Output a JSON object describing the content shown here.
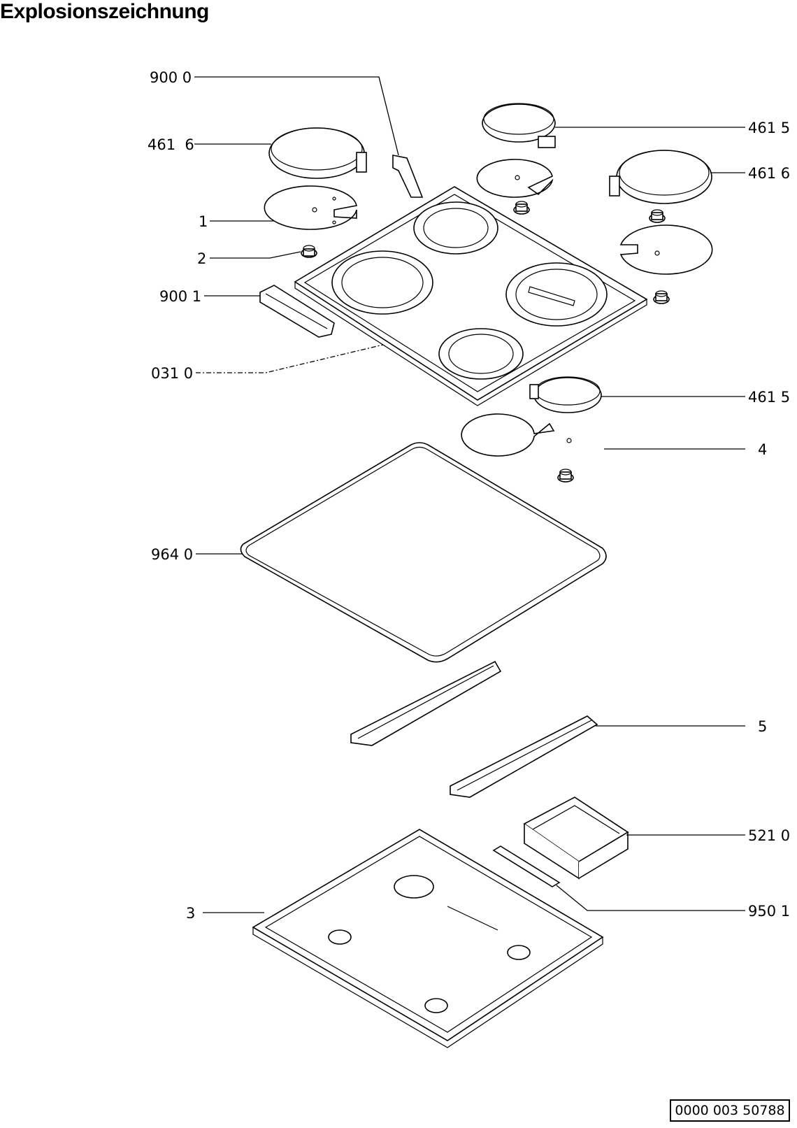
{
  "header": {
    "title": "Explosionszeichnung"
  },
  "labels": {
    "l9000": "900 0",
    "l4616_left": "461  6",
    "l1": "1",
    "l2": "2",
    "l9001": "900 1",
    "l0310": "031 0",
    "l9640": "964 0",
    "l3": "3",
    "l4615_top": "461 5",
    "l4616_right": "461 6",
    "l4615_mid": "461 5",
    "l4": "4",
    "l5": "5",
    "l5210": "521 0",
    "l9501": "950 1"
  },
  "footer": {
    "doc_number": "0000 003 50788"
  }
}
